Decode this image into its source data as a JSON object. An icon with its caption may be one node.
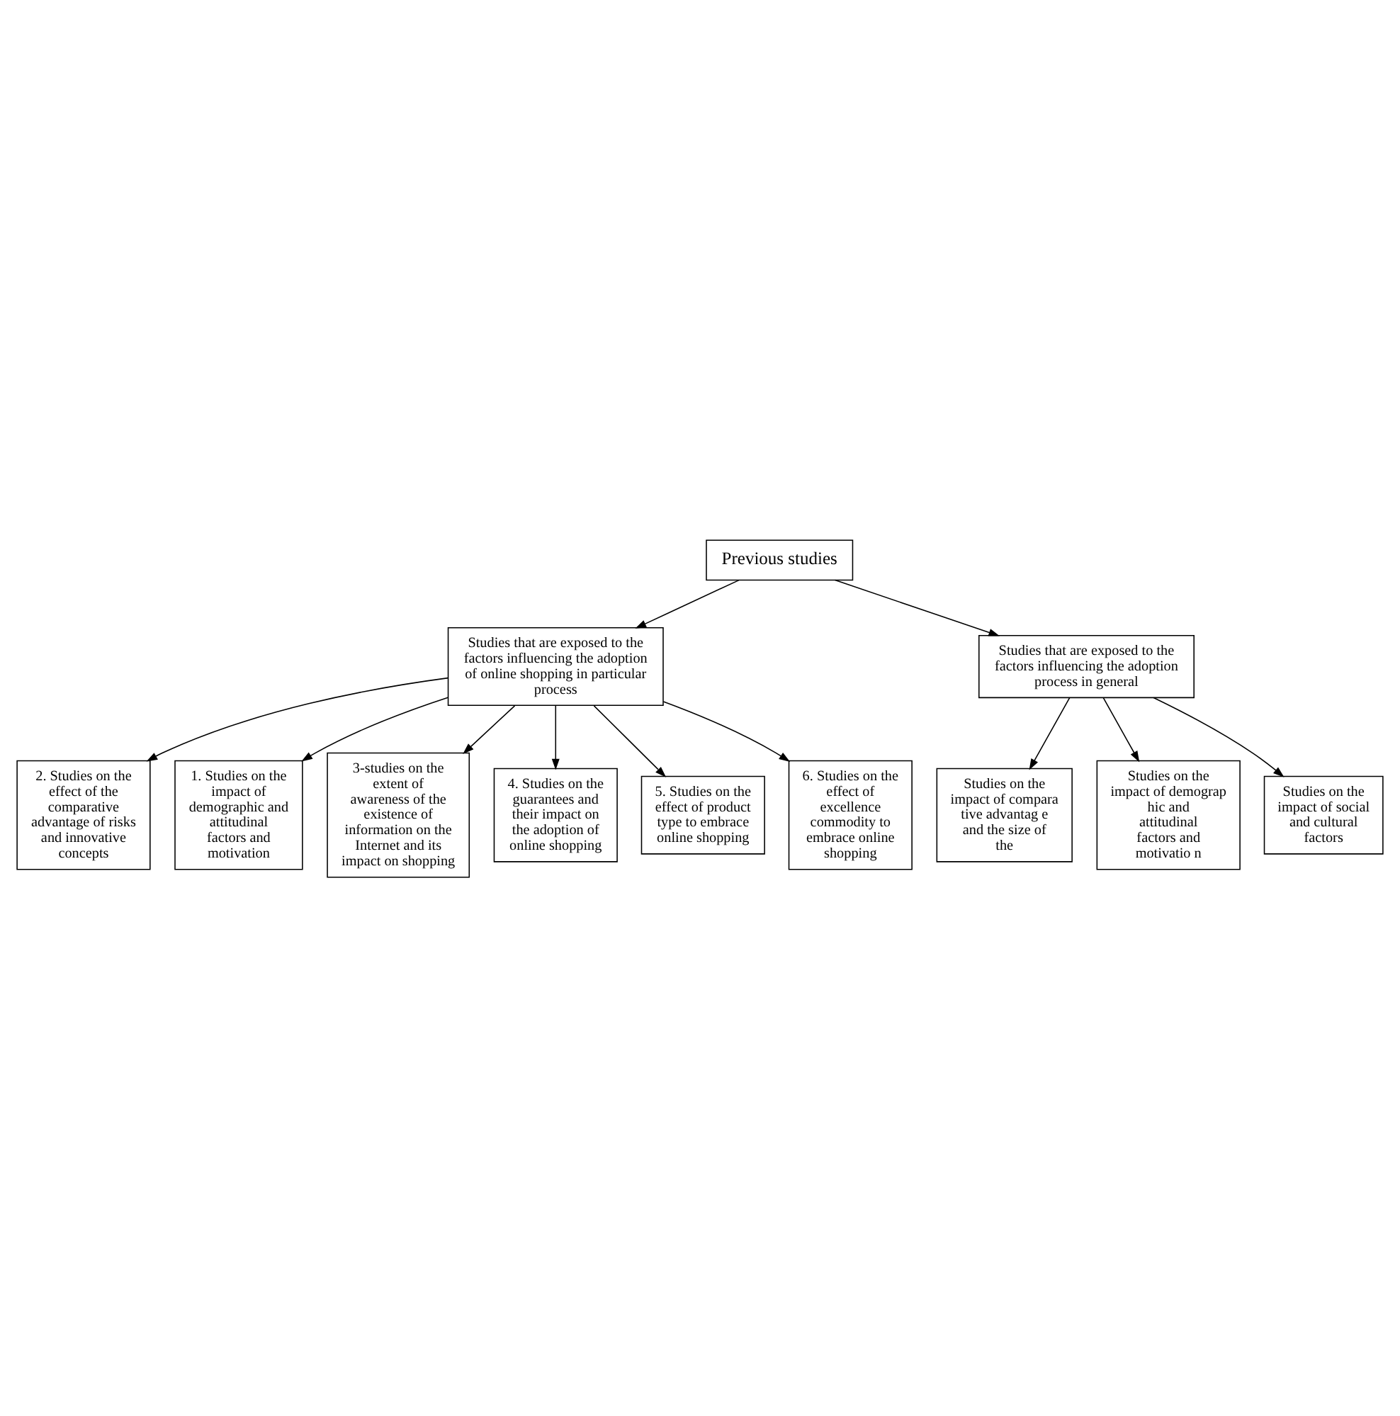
{
  "diagram": {
    "nodes": [
      {
        "text": [
          "Previous studies"
        ]
      },
      {
        "text": [
          "Studies that are exposed to the factors influencing the adoption of online shopping in particular process"
        ]
      },
      {
        "text": [
          "Studies that are exposed to the factors influencing the adoption process in general"
        ]
      },
      {
        "text": [
          "2. Studies on the effect of the comparative advantage of risks and innovative concepts"
        ]
      },
      {
        "text": [
          "1. Studies on the impact of demographic and attitudinal factors and motivation"
        ]
      },
      {
        "text": [
          "Studies on the impact of compara tive advantag e and the size of the"
        ]
      },
      {
        "text": [
          "Studies on the impact of demograp hic and attitudinal factors and motivatio n"
        ]
      },
      {
        "text": [
          "Studies on the impact of social and cultural factors"
        ]
      },
      {
        "text": [
          "3-studies on the extent of awareness of the existence of information on the Internet and its impact on shopping"
        ]
      },
      {
        "text": [
          "4. Studies on the guarantees and their impact on the adoption of online shopping"
        ]
      },
      {
        "text": [
          "5. Studies on the effect of product type to embrace online shopping"
        ]
      },
      {
        "text": [
          "6. Studies on the effect of excellence commodity to embrace online shopping"
        ]
      }
    ],
    "edges": [
      {
        "from": 0,
        "to": 1,
        "arrow": "to"
      },
      {
        "from": 0,
        "to": 2,
        "arrow": "to"
      },
      {
        "from": 1,
        "to": 3,
        "arrow": "to"
      },
      {
        "from": 1,
        "to": 4,
        "arrow": "to"
      },
      {
        "from": 2,
        "to": 5,
        "arrow": "to"
      },
      {
        "from": 2,
        "to": 6,
        "arrow": "to"
      },
      {
        "from": 2,
        "to": 7,
        "arrow": "to"
      },
      {
        "from": 1,
        "to": 8,
        "arrow": "to"
      },
      {
        "from": 1,
        "to": 9,
        "arrow": "to"
      },
      {
        "from": 1,
        "to": 10,
        "arrow": "to"
      },
      {
        "from": 1,
        "to": 11,
        "arrow": "to"
      }
    ]
  }
}
